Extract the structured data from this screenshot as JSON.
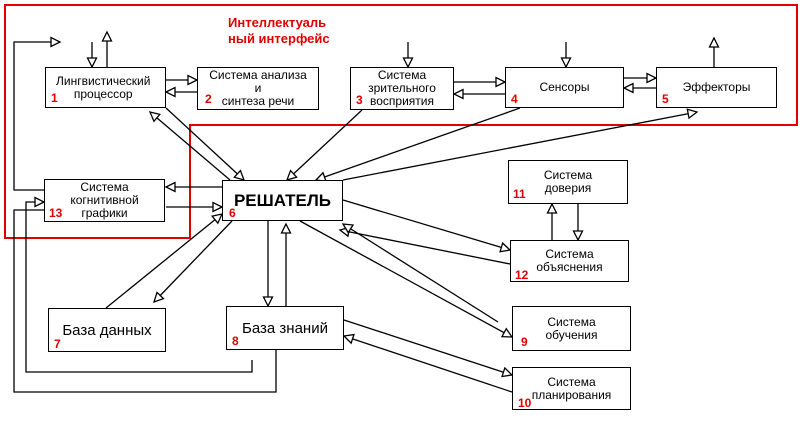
{
  "diagram": {
    "title": "Интеллектуаль\nный интерфейс",
    "accent_color": "#e00000",
    "line_color": "#000000",
    "nodes": [
      {
        "key": "n1",
        "label": "Лингвистический\nпроцессор",
        "num": "1"
      },
      {
        "key": "n2",
        "label": "Система анализа\nи\nсинтеза речи",
        "num": "2"
      },
      {
        "key": "n3",
        "label": "Система\nзрительного\nвосприятия",
        "num": "3"
      },
      {
        "key": "n4",
        "label": "Сенсоры",
        "num": "4"
      },
      {
        "key": "n5",
        "label": "Эффекторы",
        "num": "5"
      },
      {
        "key": "n6",
        "label": "РЕШАТЕЛЬ",
        "num": "6"
      },
      {
        "key": "n7",
        "label": "База данных",
        "num": "7"
      },
      {
        "key": "n8",
        "label": "База знаний",
        "num": "8"
      },
      {
        "key": "n9",
        "label": "Система\nобучения",
        "num": "9"
      },
      {
        "key": "n10",
        "label": "Система\nпланирования",
        "num": "10"
      },
      {
        "key": "n11",
        "label": "Система\nдоверия",
        "num": "11"
      },
      {
        "key": "n12",
        "label": "Система\nобъяснения",
        "num": "12"
      },
      {
        "key": "n13",
        "label": "Система\nкогнитивной\nграфики",
        "num": "13"
      }
    ]
  }
}
